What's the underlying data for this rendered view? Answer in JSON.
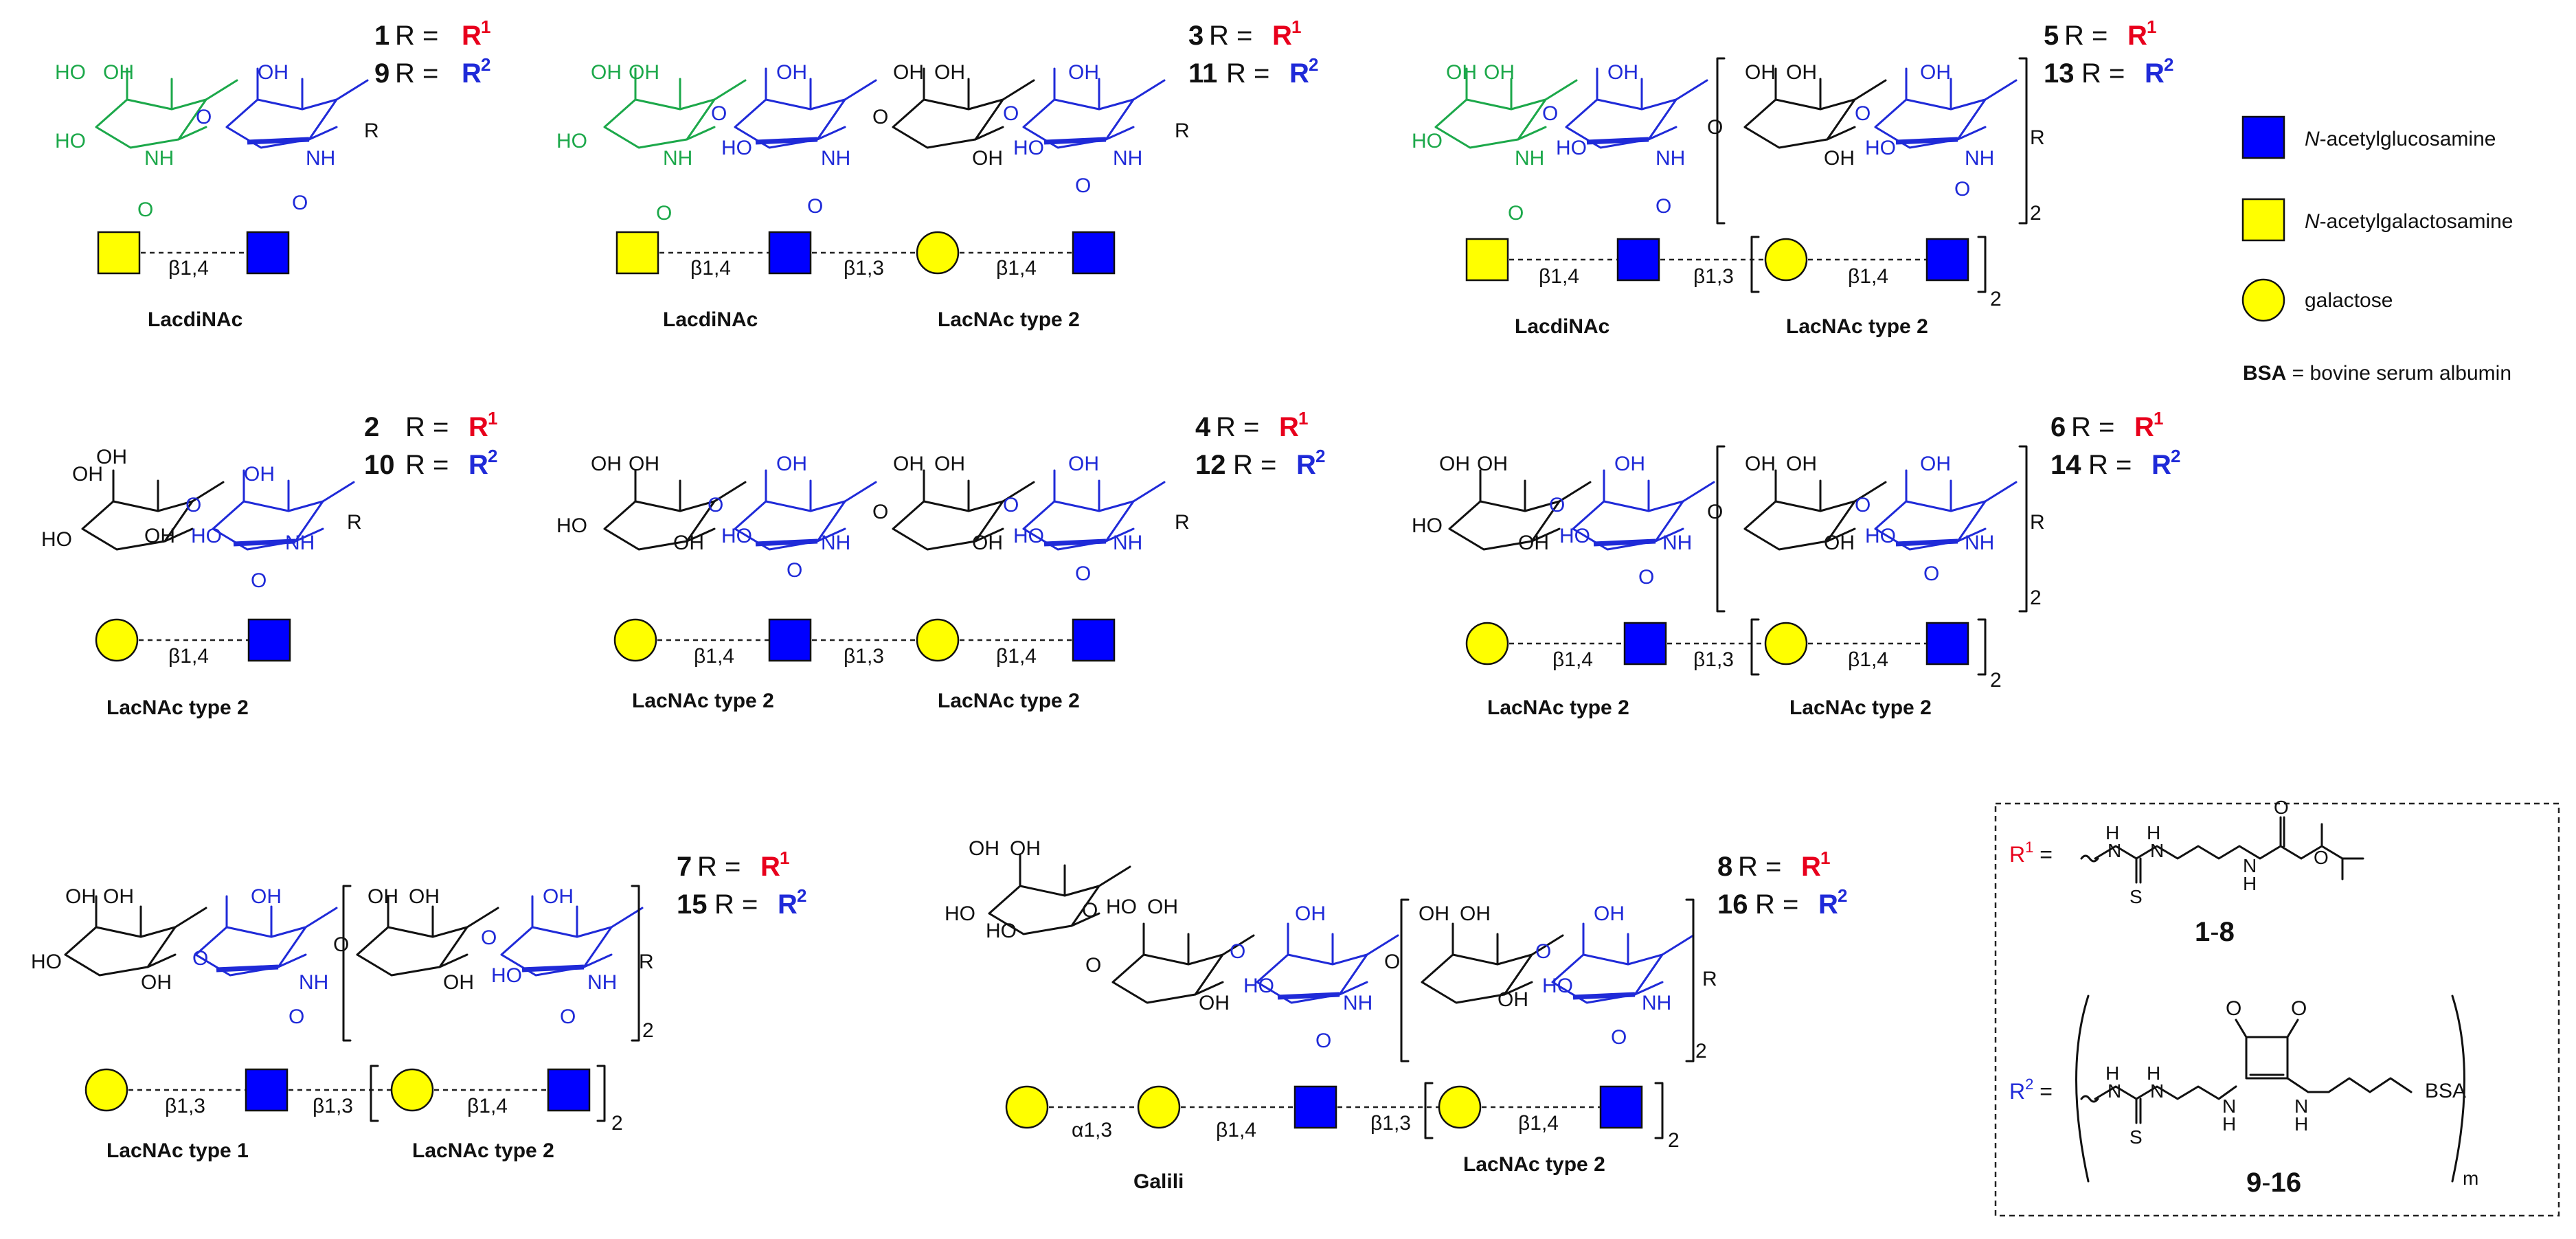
{
  "colors": {
    "glcnac": "#0000ff",
    "galnac": "#ffff00",
    "gal": "#ffff00",
    "r1": "#e8001c",
    "r2": "#1f2ad8",
    "lacdinac_ring": "#1ca84a",
    "glcnac_ring": "#1f2ad8"
  },
  "legend": {
    "items": [
      {
        "shape": "square",
        "color": "#0000ff",
        "prefix": "N",
        "label": "-acetylglucosamine"
      },
      {
        "shape": "square",
        "color": "#ffff00",
        "prefix": "N",
        "label": "-acetylgalactosamine"
      },
      {
        "shape": "circle",
        "color": "#ffff00",
        "prefix": "",
        "label": "galactose"
      }
    ],
    "bsa_abbr": "BSA",
    "bsa_def": " = bovine serum albumin"
  },
  "compounds": [
    {
      "id": "c1",
      "num_a": "1",
      "num_b": "9",
      "label_left": "LacdiNAc",
      "label_right": ""
    },
    {
      "id": "c3",
      "num_a": "3",
      "num_b": "11",
      "label_left": "LacdiNAc",
      "label_right": "LacNAc type 2"
    },
    {
      "id": "c5",
      "num_a": "5",
      "num_b": "13",
      "label_left": "LacdiNAc",
      "label_right": "LacNAc type 2"
    },
    {
      "id": "c2",
      "num_a": "2",
      "num_b": "10",
      "label_left": "LacNAc type 2",
      "label_right": ""
    },
    {
      "id": "c4",
      "num_a": "4",
      "num_b": "12",
      "label_left": "LacNAc type 2",
      "label_right": "LacNAc type 2"
    },
    {
      "id": "c6",
      "num_a": "6",
      "num_b": "14",
      "label_left": "LacNAc type 2",
      "label_right": "LacNAc type 2"
    },
    {
      "id": "c7",
      "num_a": "7",
      "num_b": "15",
      "label_left": "LacNAc type 1",
      "label_right": "LacNAc type 2"
    },
    {
      "id": "c8",
      "num_a": "8",
      "num_b": "16",
      "label_left": "Galili",
      "label_right": "LacNAc type 2"
    }
  ],
  "r_eq": "R = ",
  "r1": "R",
  "r1_sup": "1",
  "r2": "R",
  "r2_sup": "2",
  "linkages": {
    "b14": "β1,4",
    "b13": "β1,3",
    "a13": "α1,3"
  },
  "repeat_n": "2",
  "atoms": {
    "OH": "OH",
    "HO": "HO",
    "NH": "NH",
    "O": "O",
    "R": "R",
    "S": "S",
    "H": "H",
    "N": "N"
  },
  "box": {
    "r1_label": "R",
    "r1_sup": "1",
    "r1_eq": " =",
    "r1_range_a": "1",
    "r1_range_dash": "-",
    "r1_range_b": "8",
    "r2_label": "R",
    "r2_sup": "2",
    "r2_eq": " =",
    "r2_range_a": "9",
    "r2_range_dash": "-",
    "r2_range_b": "16",
    "bsa": "BSA",
    "m": "m"
  }
}
